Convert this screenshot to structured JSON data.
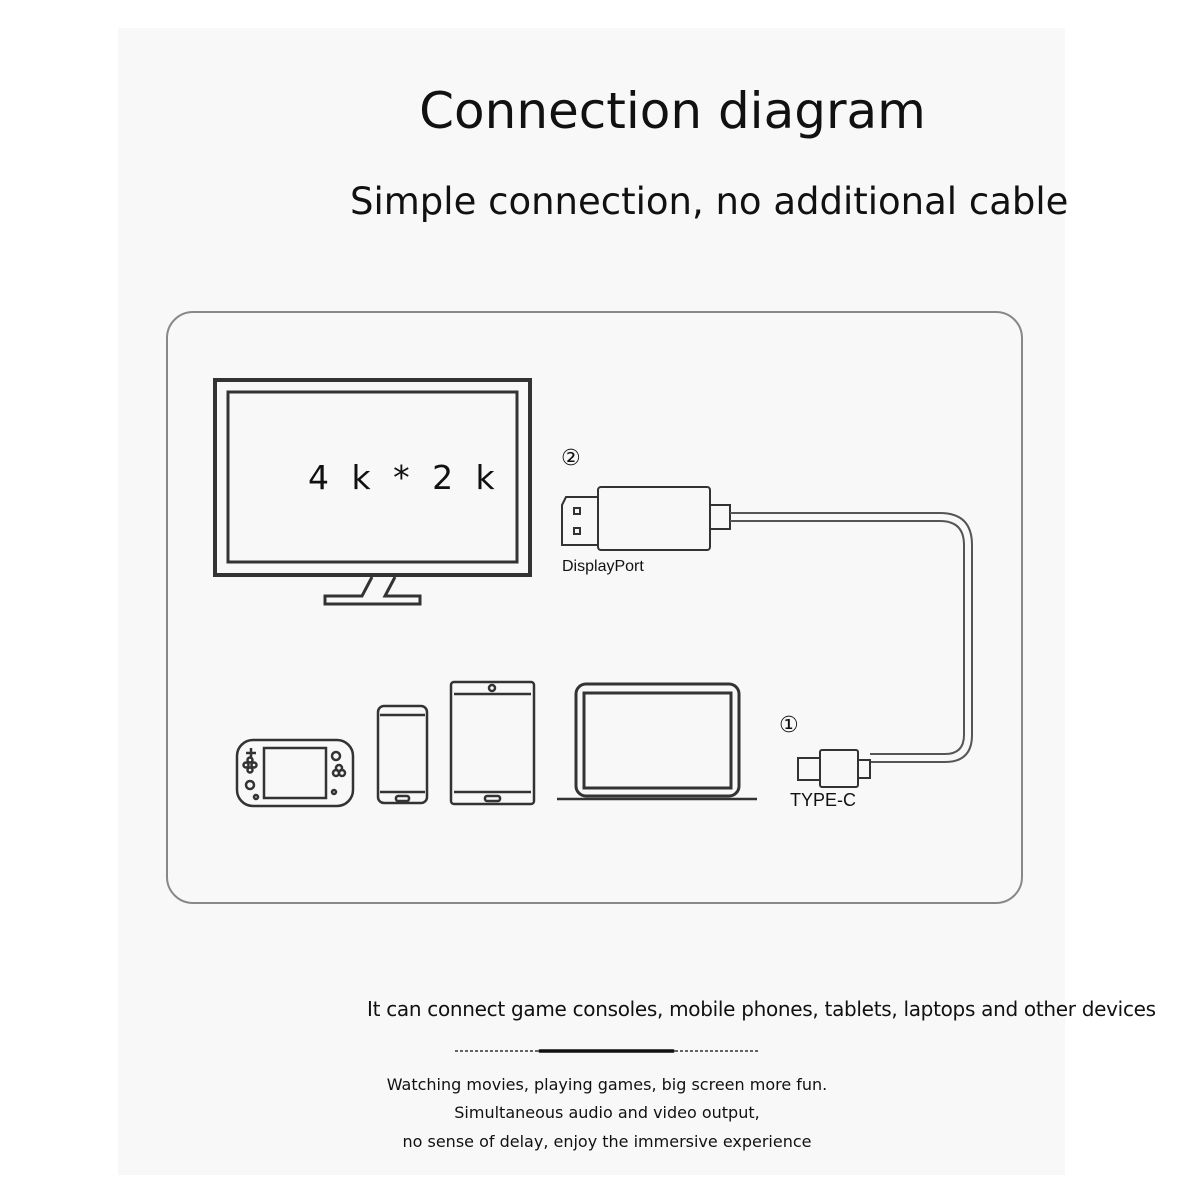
{
  "header": {
    "title": "Connection diagram",
    "subtitle": "Simple connection, no additional cable"
  },
  "diagram": {
    "monitor_label": "4 k * 2 k",
    "step2_marker": "②",
    "step2_label": "DisplayPort",
    "step1_marker": "①",
    "step1_label": "TYPE-C",
    "devices": [
      "game console",
      "mobile phone",
      "tablet",
      "laptop"
    ]
  },
  "footer": {
    "description": "It can connect game consoles, mobile phones, tablets, laptops and other devices",
    "lines": [
      "Watching movies, playing games, big screen more fun.",
      "Simultaneous audio and video output,",
      "no sense of delay, enjoy the immersive experience"
    ]
  }
}
